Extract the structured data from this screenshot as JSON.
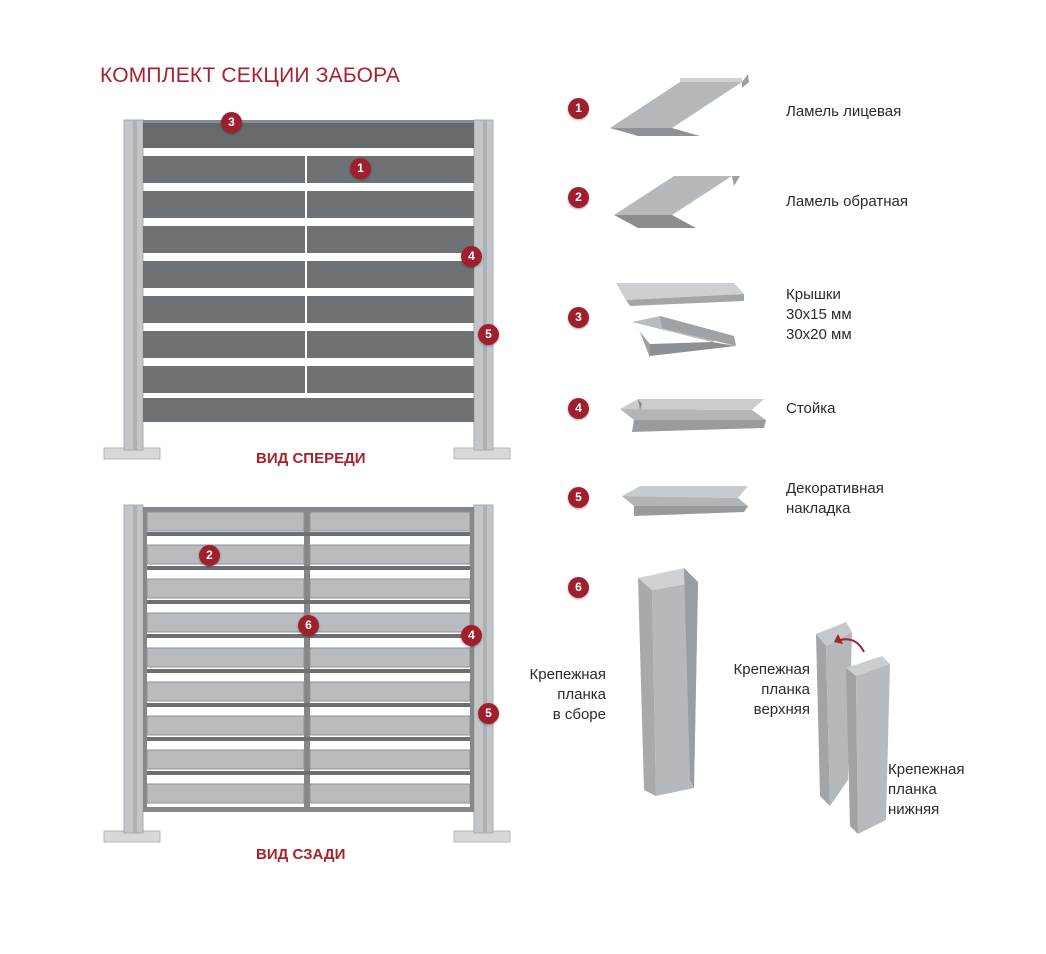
{
  "title": "КОМПЛЕКТ СЕКЦИИ ЗАБОРА",
  "front_view_label": "ВИД СПЕРЕДИ",
  "back_view_label": "ВИД СЗАДИ",
  "front_markers": [
    "3",
    "1",
    "4",
    "5"
  ],
  "back_markers": [
    "2",
    "6",
    "4",
    "5"
  ],
  "parts": [
    {
      "num": "1",
      "lines": [
        "Ламель лицевая"
      ]
    },
    {
      "num": "2",
      "lines": [
        "Ламель обратная"
      ]
    },
    {
      "num": "3",
      "lines": [
        "Крышки",
        "30x15 мм",
        "30x20 мм"
      ]
    },
    {
      "num": "4",
      "lines": [
        "Стойка"
      ]
    },
    {
      "num": "5",
      "lines": [
        "Декоративная",
        "накладка"
      ]
    },
    {
      "num": "6",
      "lines": []
    }
  ],
  "fasteners": {
    "assembled": [
      "Крепежная",
      "планка",
      "в сборе"
    ],
    "upper": [
      "Крепежная",
      "планка",
      "верхняя"
    ],
    "lower": [
      "Крепежная",
      "планка",
      "нижняя"
    ]
  },
  "colors": {
    "accent": "#a8222d",
    "badge": "#a01f2e",
    "front_slat": "#6f7275",
    "back_slat": "#b9bcbf",
    "post": "#bfc3c6"
  }
}
